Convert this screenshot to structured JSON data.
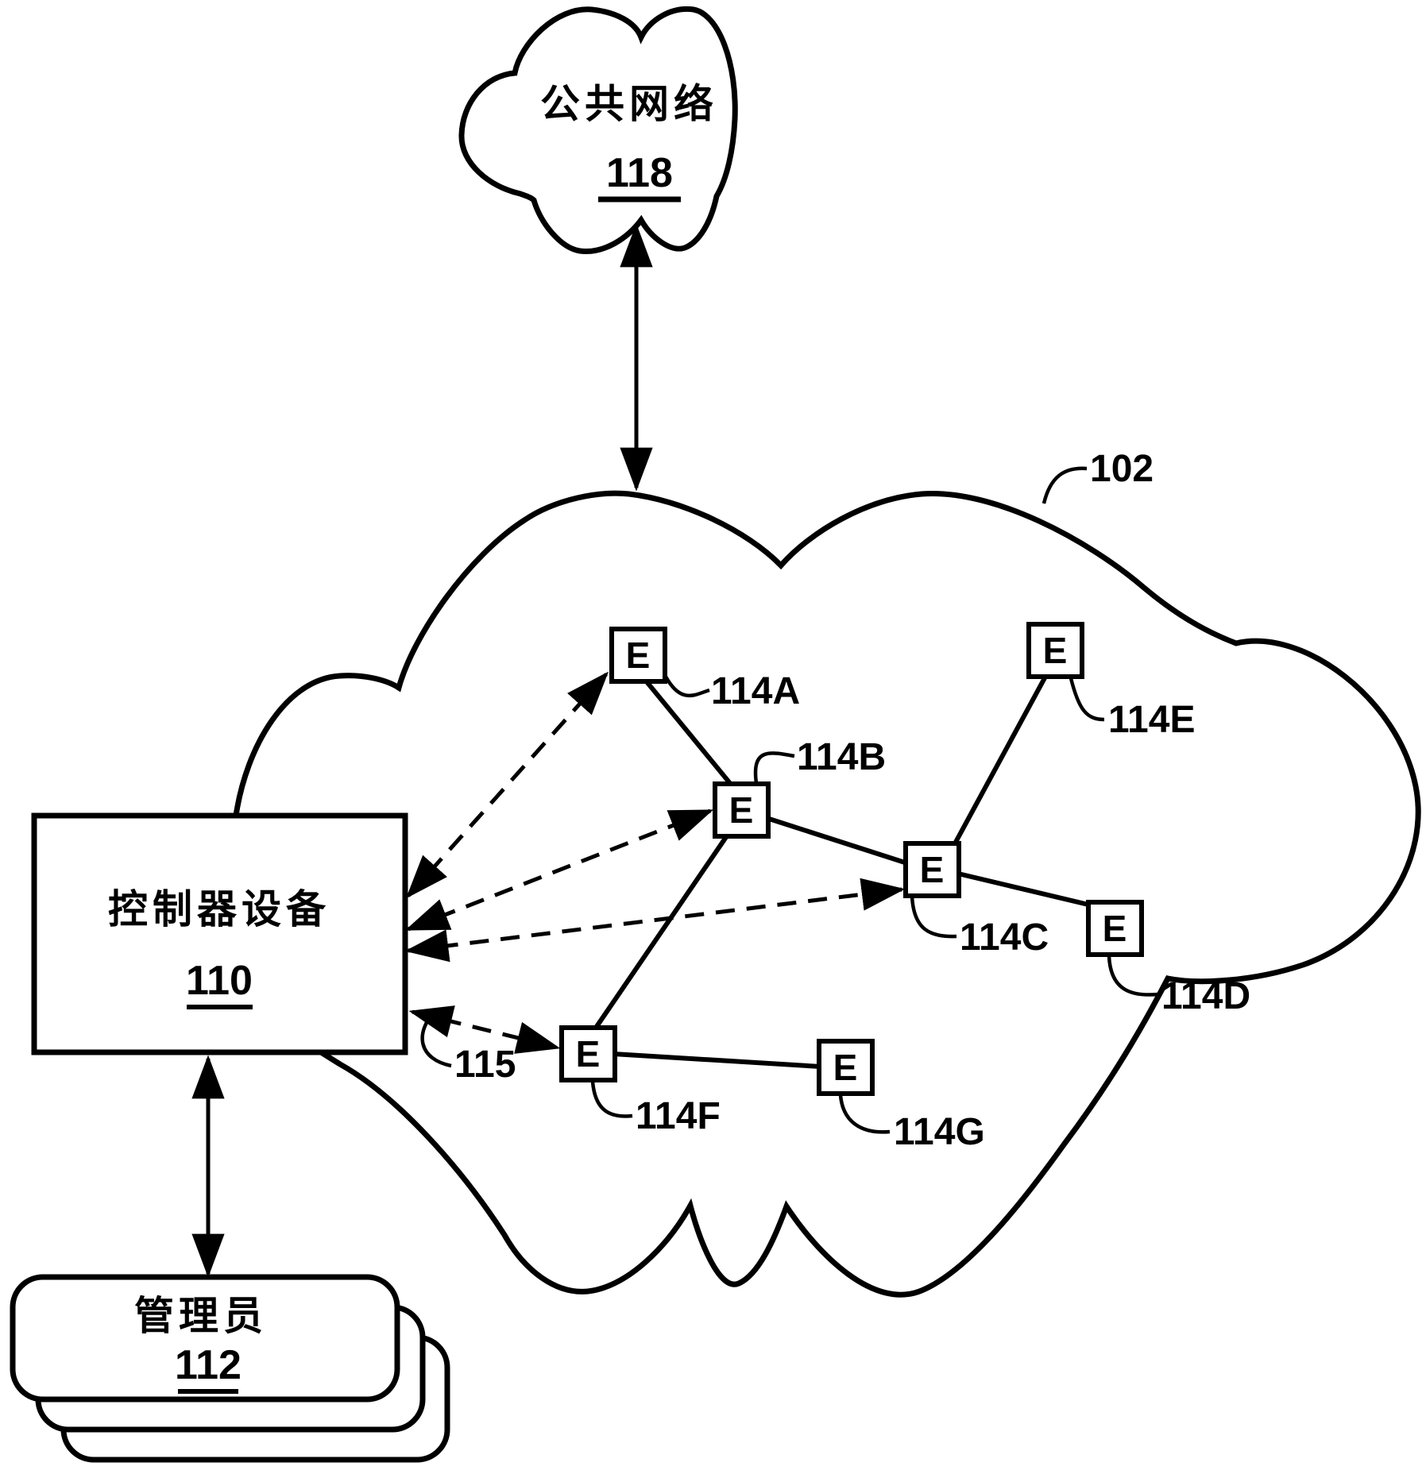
{
  "colors": {
    "ink": "#000000",
    "paper": "#ffffff"
  },
  "public_network": {
    "title": "公共网络",
    "ref": "118"
  },
  "managed_network": {
    "ref": "102"
  },
  "controller": {
    "title": "控制器设备",
    "ref": "110"
  },
  "admin": {
    "title": "管理员",
    "ref": "112"
  },
  "session": {
    "ref": "115"
  },
  "nodes": [
    {
      "letter": "E",
      "id": "114A"
    },
    {
      "letter": "E",
      "id": "114B"
    },
    {
      "letter": "E",
      "id": "114C"
    },
    {
      "letter": "E",
      "id": "114D"
    },
    {
      "letter": "E",
      "id": "114E"
    },
    {
      "letter": "E",
      "id": "114F"
    },
    {
      "letter": "E",
      "id": "114G"
    }
  ]
}
